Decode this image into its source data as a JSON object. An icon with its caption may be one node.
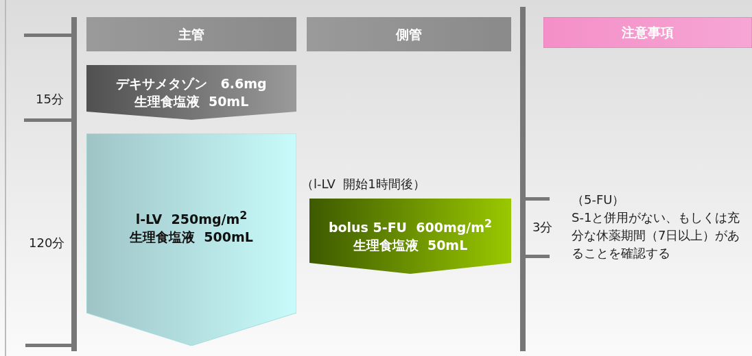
{
  "diagram": {
    "nodes": [
      {
        "text": [
          "主管"
        ]
      },
      {
        "text": [
          "側管"
        ]
      },
      {
        "text": [
          "注意事項"
        ]
      },
      {
        "text": [
          "デキサメタゾン　6.6mg",
          "生理食塩液  50mL"
        ]
      },
      {
        "text": [
          "l-LV  250mg/m$^{2}$",
          "生理食塩液  500mL"
        ]
      },
      {
        "text": [
          "bolus 5-FU  600mg/m$^{2}$",
          "生理食塩液  50mL"
        ],
        "beside": [
          "（l-LV  開始1時間後）"
        ]
      }
    ],
    "edges": [],
    "labels": [
      "15分",
      "120分",
      "3分",
      "（5-FU）",
      "S-1と併用がない、もしくは充分な休薬期間（7日以上）があることを確認する"
    ]
  }
}
